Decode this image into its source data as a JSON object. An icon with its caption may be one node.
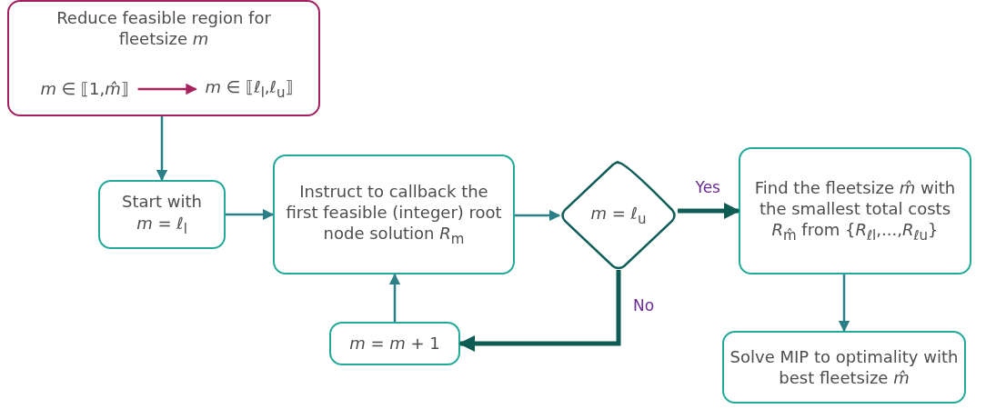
{
  "diagram": {
    "nodes": [
      {
        "text": [
          "Reduce feasible region for fleetsize *m*"
        ]
      },
      {
        "text": [
          "*m* ∈ ⟦1,*m̂*⟧"
        ],
        "in": 0
      },
      {
        "text": [
          "*m* ∈ ⟦*ℓ*$_{l}$,*ℓ*$_{u}$⟧"
        ],
        "in": 0
      },
      {
        "text": [
          "Start with *m* = *ℓ*$_{l}$"
        ]
      },
      {
        "text": [
          "Instruct to callback the first feasible (integer) root node solution *R*$_{m}$"
        ]
      },
      {
        "text": [
          "*m* = *ℓ*$_{u}$"
        ]
      },
      {
        "text": [
          "Find the fleetsize *m̂* with the smallest total costs *R*$_{m̂}$ from {*R*$_{ℓl}$,...,*R*$_{ℓu}$}"
        ]
      },
      {
        "text": [
          "*m* = *m* + 1"
        ]
      },
      {
        "text": [
          "Solve MIP to optimality with best fleetsize *m̂*"
        ]
      }
    ],
    "edges": [
      {
        "from": 0,
        "to": 3,
        "arrow": "to"
      },
      {
        "from": 1,
        "to": 2,
        "arrow": "to",
        "color": "#a8235e"
      },
      {
        "from": 3,
        "to": 4,
        "arrow": "to"
      },
      {
        "from": 4,
        "to": 5,
        "arrow": "to"
      },
      {
        "from": 5,
        "to": 6,
        "arrow": "to",
        "label": "Yes",
        "style": "thick",
        "color": "#0f5c55"
      },
      {
        "from": 5,
        "to": 7,
        "arrow": "to",
        "label": "No",
        "style": "thick",
        "color": "#0f5c55"
      },
      {
        "from": 7,
        "to": 4,
        "arrow": "to"
      },
      {
        "from": 6,
        "to": 8,
        "arrow": "to"
      }
    ]
  }
}
